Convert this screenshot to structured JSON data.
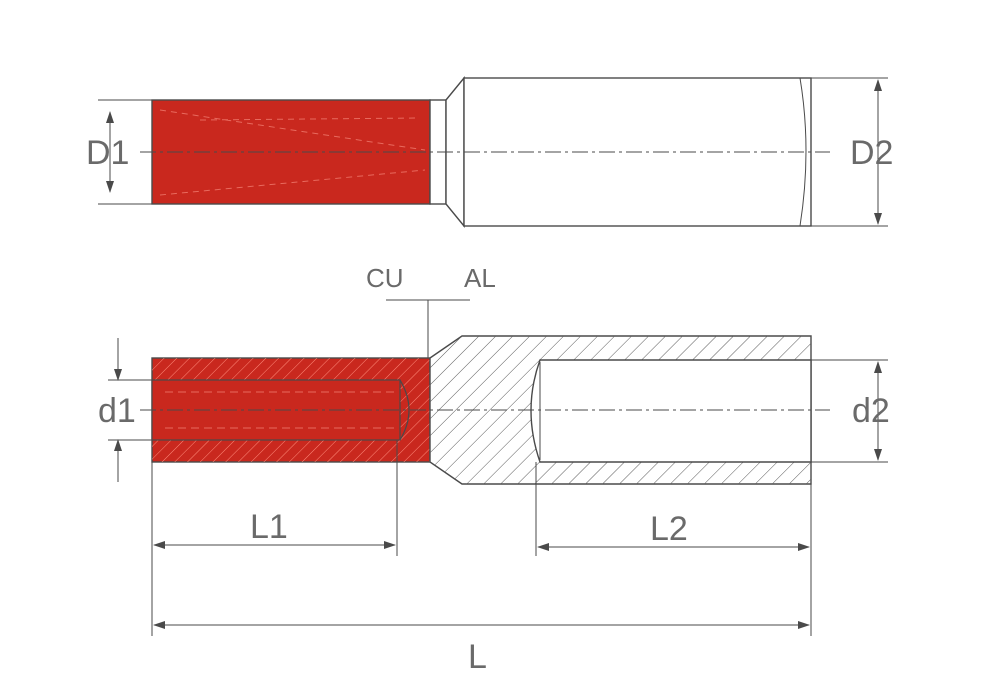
{
  "labels": {
    "D1": "D1",
    "D2": "D2",
    "d1": "d1",
    "d2": "d2",
    "L1": "L1",
    "L2": "L2",
    "L": "L",
    "CU": "CU",
    "AL": "AL"
  },
  "colors": {
    "copper": "#c9281e",
    "aluminum": "#ffffff",
    "line": "#4a4a4a",
    "text": "#6a6a6a"
  }
}
